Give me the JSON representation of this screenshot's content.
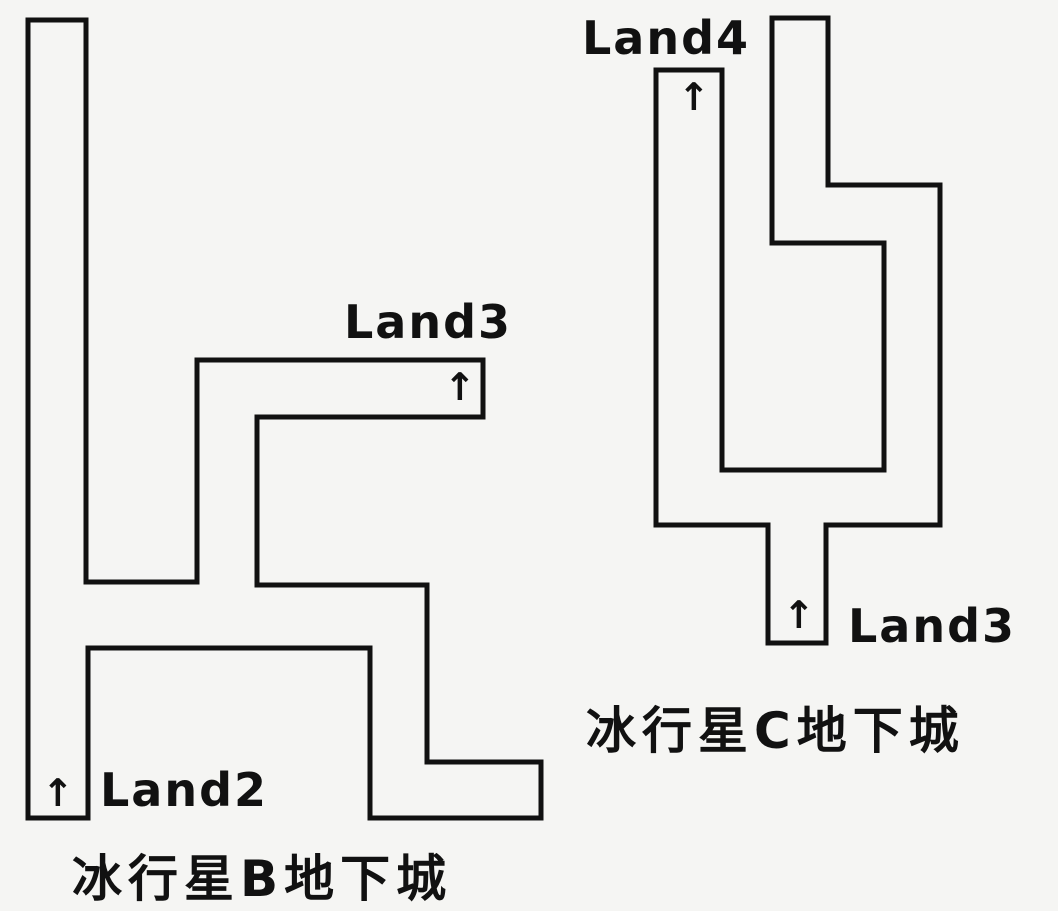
{
  "maps": [
    {
      "caption": "冰行星B地下城",
      "labels": [
        "Land3",
        "Land2"
      ],
      "arrow_glyph": "↑"
    },
    {
      "caption": "冰行星C地下城",
      "labels": [
        "Land4",
        "Land3"
      ],
      "arrow_glyph": "↑"
    }
  ]
}
